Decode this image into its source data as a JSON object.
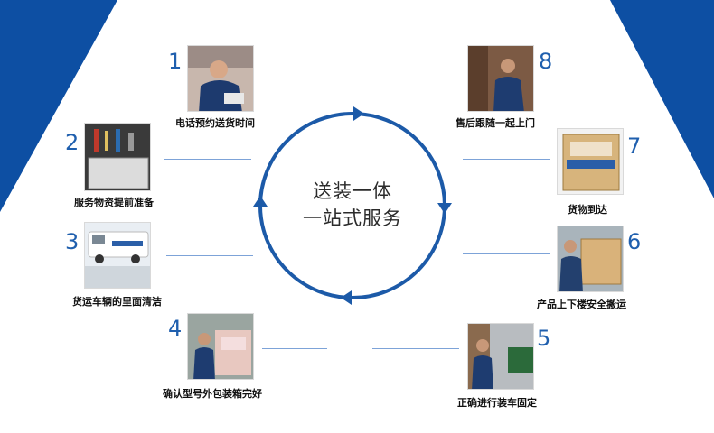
{
  "colors": {
    "accent": "#0d4fa3",
    "circle": "#1c5aa8",
    "number": "#1f5fae"
  },
  "center": {
    "line1": "送装一体",
    "line2": "一站式服务"
  },
  "steps": [
    {
      "number": "1",
      "caption": "电话预约送货时间",
      "icon": "phone-call-photo"
    },
    {
      "number": "2",
      "caption": "服务物资提前准备",
      "icon": "toolbox-photo"
    },
    {
      "number": "3",
      "caption": "货运车辆的里面清洁",
      "icon": "van-photo"
    },
    {
      "number": "4",
      "caption": "确认型号外包装箱完好",
      "icon": "box-check-photo"
    },
    {
      "number": "5",
      "caption": "正确进行装车固定",
      "icon": "loading-truck-photo"
    },
    {
      "number": "6",
      "caption": "产品上下楼安全搬运",
      "icon": "carrying-box-photo"
    },
    {
      "number": "7",
      "caption": "货物到达",
      "icon": "haier-box-photo"
    },
    {
      "number": "8",
      "caption": "售后跟随一起上门",
      "icon": "door-visit-photo"
    }
  ]
}
